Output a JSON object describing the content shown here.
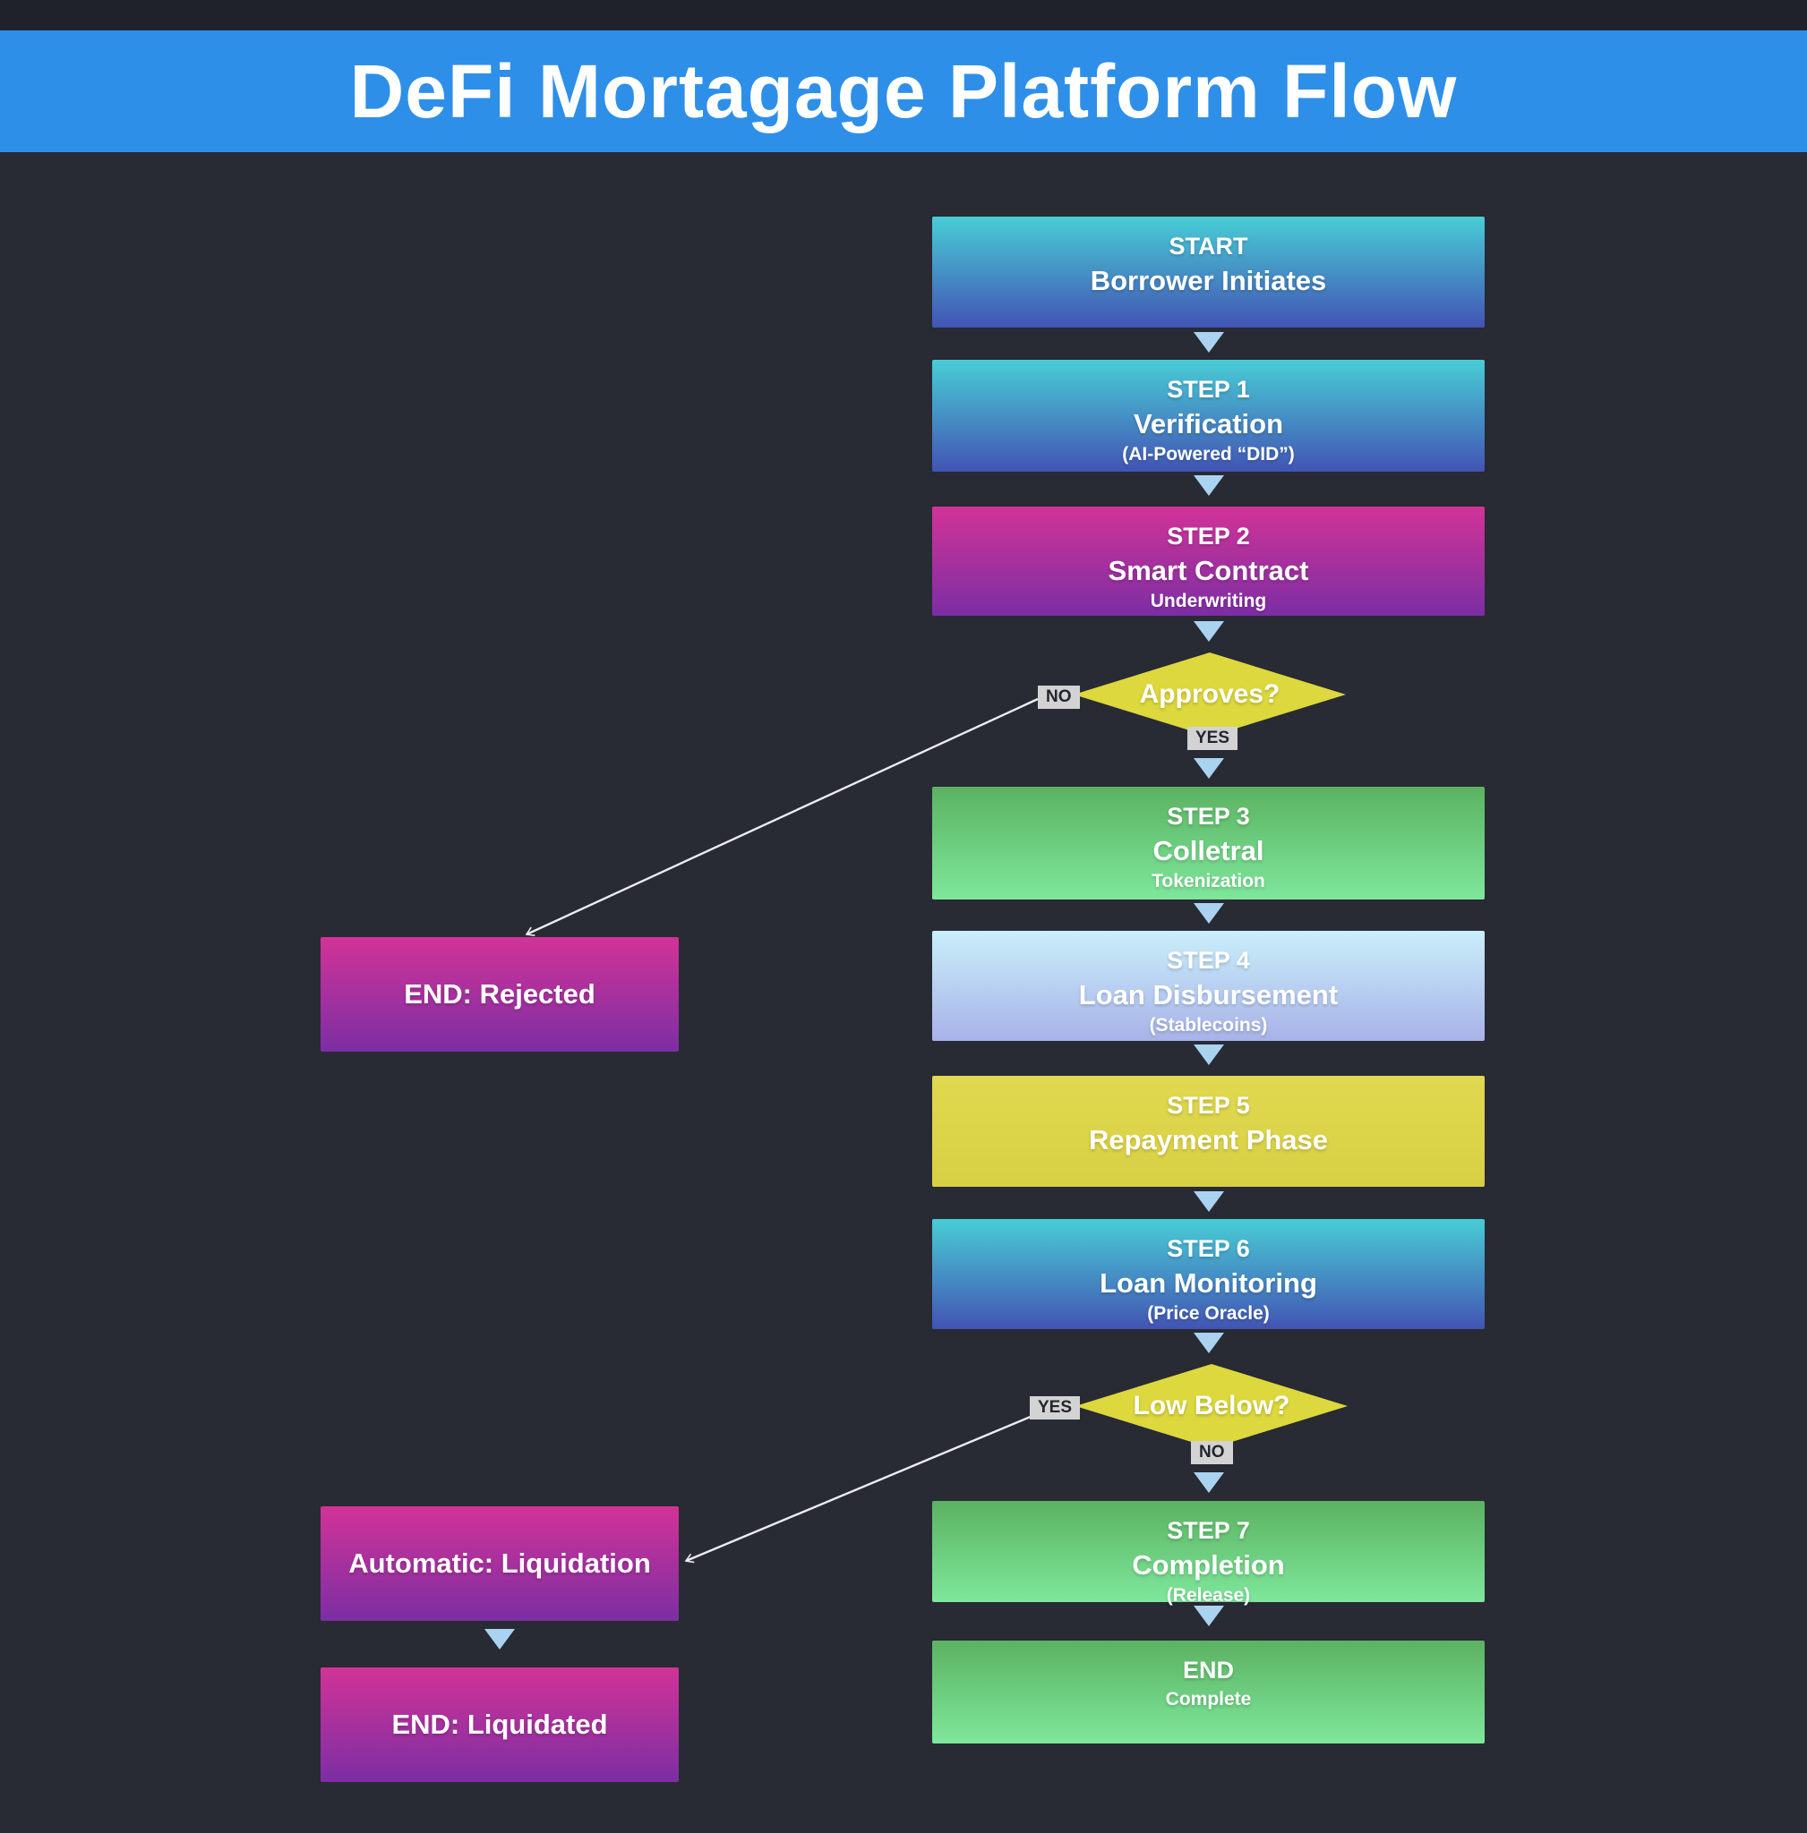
{
  "title": "DeFi Mortagage Platform Flow",
  "nodes": {
    "start": {
      "title": "START",
      "label": "Borrower Initiates"
    },
    "step1": {
      "title": "STEP 1",
      "label": "Verification",
      "sub": "(AI-Powered “DID”)"
    },
    "step2": {
      "title": "STEP 2",
      "label": "Smart Contract",
      "sub": "Underwriting"
    },
    "decision_approves": {
      "label": "Approves?",
      "branch_no": "NO",
      "branch_yes": "YES"
    },
    "step3": {
      "title": "STEP 3",
      "label": "Colletral",
      "sub": "Tokenization"
    },
    "step4": {
      "title": "STEP 4",
      "label": "Loan Disbursement",
      "sub": "(Stablecoins)"
    },
    "step5": {
      "title": "STEP 5",
      "label": "Repayment Phase"
    },
    "step6": {
      "title": "STEP 6",
      "label": "Loan Monitoring",
      "sub": "(Price Oracle)"
    },
    "decision_low_below": {
      "label": "Low Below?",
      "branch_yes": "YES",
      "branch_no": "NO"
    },
    "step7": {
      "title": "STEP 7",
      "label": "Completion",
      "sub": "(Release)"
    },
    "end_complete": {
      "title": "END",
      "label": "Complete"
    },
    "end_rejected": {
      "label": "END: Rejected"
    },
    "auto_liquidation": {
      "label": "Automatic: Liquidation"
    },
    "end_liquidated": {
      "label": "END: Liquidated"
    }
  },
  "edges": [
    {
      "from": "start",
      "to": "step1"
    },
    {
      "from": "step1",
      "to": "step2"
    },
    {
      "from": "step2",
      "to": "decision_approves"
    },
    {
      "from": "decision_approves",
      "to": "end_rejected",
      "label": "NO"
    },
    {
      "from": "decision_approves",
      "to": "step3",
      "label": "YES"
    },
    {
      "from": "step3",
      "to": "step4"
    },
    {
      "from": "step4",
      "to": "step5"
    },
    {
      "from": "step5",
      "to": "step6"
    },
    {
      "from": "step6",
      "to": "decision_low_below"
    },
    {
      "from": "decision_low_below",
      "to": "auto_liquidation",
      "label": "YES"
    },
    {
      "from": "decision_low_below",
      "to": "step7",
      "label": "NO"
    },
    {
      "from": "auto_liquidation",
      "to": "end_liquidated"
    },
    {
      "from": "step7",
      "to": "end_complete"
    }
  ],
  "colors": {
    "header": "#2E8FE9",
    "background": "#282A34",
    "top_strip": "#1F212B",
    "teal_gradient_top": "#48CDD5",
    "teal_gradient_bottom": "#4254B4",
    "magenta_gradient_top": "#D23397",
    "magenta_gradient_bottom": "#7C2EA4",
    "green_gradient_top": "#5BB261",
    "green_gradient_bottom": "#7EE79B",
    "lightblue_gradient_top": "#C9EFFA",
    "lightblue_gradient_bottom": "#A8B2E8",
    "yellow_box": "#DCD44A",
    "diamond_yellow": "#DCD83D",
    "arrow_triangle": "#AAD3F1",
    "chip_bg": "#D3D3D3",
    "connector": "#ECECF4"
  }
}
